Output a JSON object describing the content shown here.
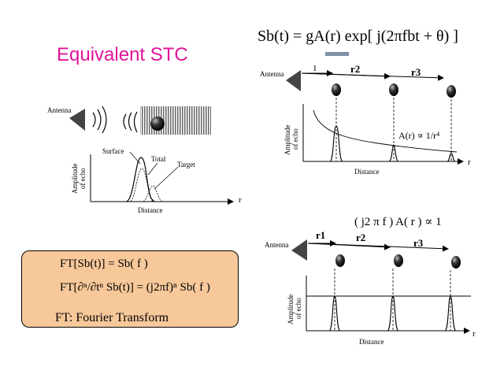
{
  "title": "Equivalent STC",
  "top_formula": "Sb(t) = gA(r) exp[ j(2πfbt + θ) ]",
  "left_diagram": {
    "antenna_label": "Antenna",
    "y_label_1": "Amplitude",
    "y_label_2": "of echo",
    "surface_label": "Surface",
    "total_label": "Total",
    "target_label": "Target",
    "x_label": "Distance",
    "r_label": "r"
  },
  "top_right_diagram": {
    "antenna_label": "Antenna",
    "range_labels": [
      "1",
      "r2",
      "r3"
    ],
    "y_label_1": "Amplitude",
    "y_label_2": "of echo",
    "curve_label": "A(r) ∝ 1/r⁴",
    "x_label": "Distance",
    "r_label": "r"
  },
  "mid_formula": "( j2 π f )  A( r ) ∝ 1",
  "bottom_right_diagram": {
    "antenna_label": "Antenna",
    "range_labels": [
      "r1",
      "r2",
      "r3"
    ],
    "y_label_1": "Amplitude",
    "y_label_2": "of echo",
    "x_label": "Distance",
    "r_label": "r"
  },
  "ft_box": {
    "line1": "FT[Sb(t)] = Sb( f )",
    "line2": "FT[∂ⁿ/∂tⁿ Sb(t)] = (j2πf)ⁿ Sb( f )",
    "line3": "FT: Fourier Transform"
  }
}
